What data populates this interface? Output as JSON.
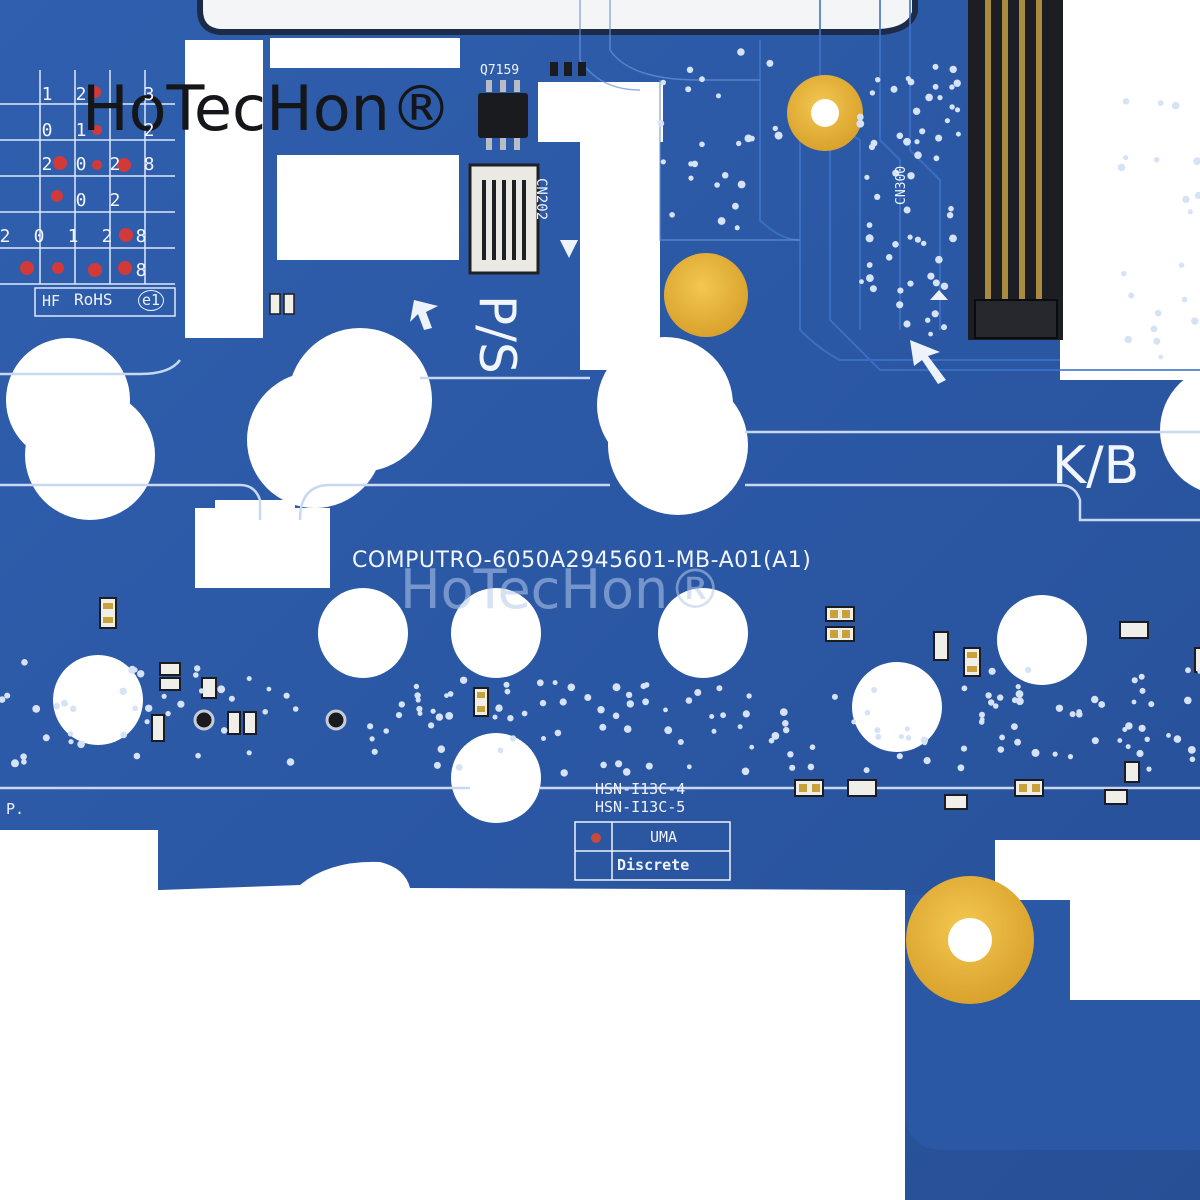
{
  "watermark": {
    "primary": "HoTecHon®",
    "ghost": "HoTecHon®"
  },
  "board": {
    "model_line": "COMPUTRO-6050A2945601-MB-A01(A1)",
    "variant_lines": [
      "HSN-I13C-4",
      "HSN-I13C-5"
    ],
    "graphics_options": [
      "UMA",
      "Discrete"
    ],
    "compliance": [
      "HF",
      "RoHS",
      "e1"
    ],
    "connector_labels": [
      "Q7159",
      "CN202",
      "CN300"
    ],
    "port_labels": [
      "P/S",
      "K/B"
    ],
    "corner_marking": "P.",
    "date_grid": [
      [
        "1",
        "2",
        "",
        "3"
      ],
      [
        "0",
        "1",
        "",
        "2"
      ],
      [
        "2",
        "0",
        "2",
        "8"
      ],
      [
        "",
        "0",
        "2",
        ""
      ],
      [
        "2",
        "0",
        "1",
        "2",
        "8"
      ],
      [
        "",
        "",
        "",
        "",
        "8"
      ]
    ]
  },
  "colors": {
    "pcb_blue": "#2a59a6",
    "pcb_trace": "#3d6fc0",
    "pad_gold": "#e7b63d",
    "silkscreen": "#eef3fb",
    "background": "#ffffff"
  }
}
